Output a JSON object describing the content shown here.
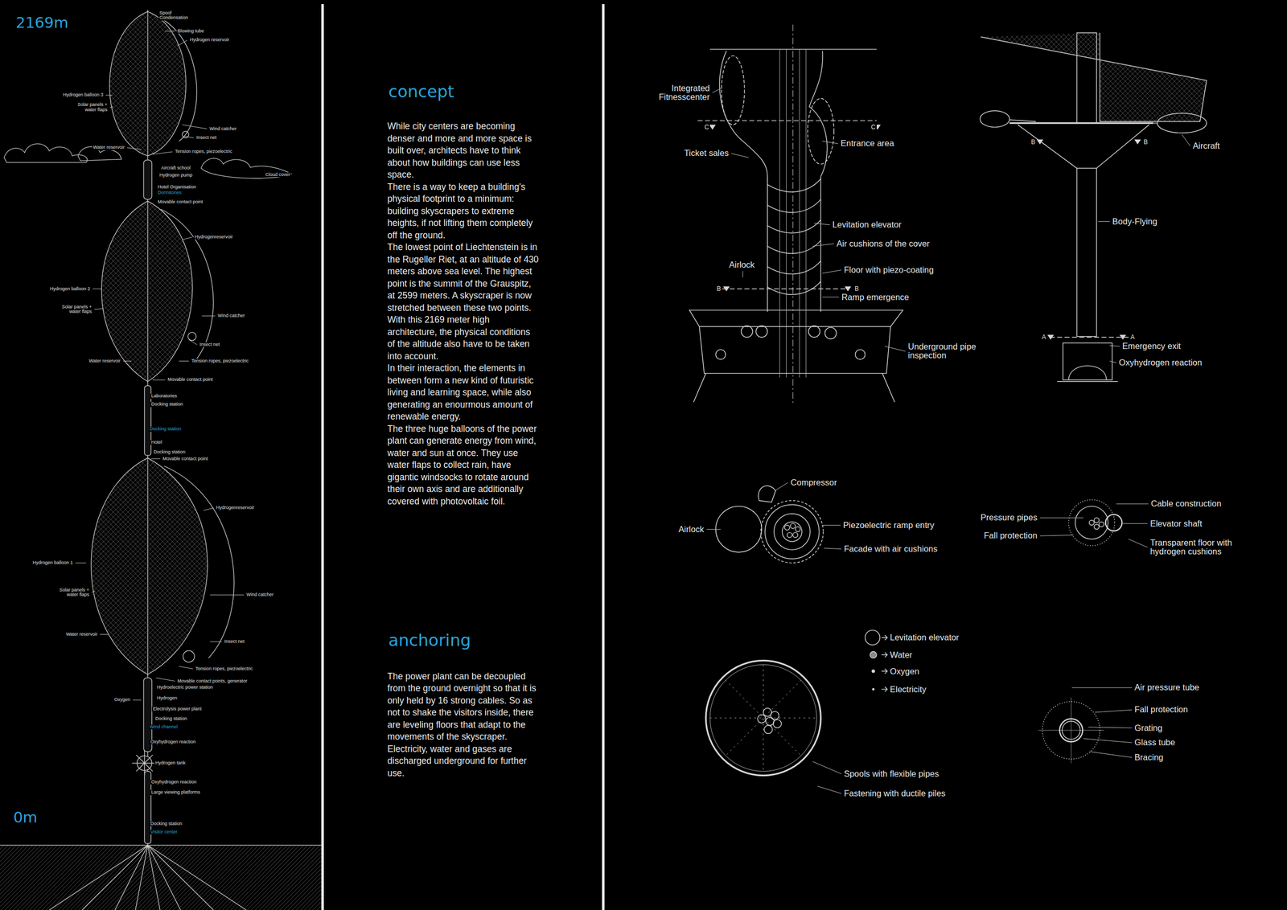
{
  "diagram": {
    "labels": [
      "2169m",
      "Spoof",
      "Condensation",
      "Blowing tube",
      "Hydrogen reservoir",
      "Hydrogen balloon 3",
      "Solar panels + water flaps",
      "Wind catcher",
      "Insect net",
      "Water reservoir",
      "Tension ropes, piezoelectric",
      "Aircraft school",
      "Cloud cover",
      "Hydrogen pump",
      "Hotel Organisation",
      "Dormitories",
      "Movable contact point",
      "Hydrogenreservoir",
      "Hydrogen balloon 2",
      "Solar panels + water flaps",
      "Wind catcher",
      "Insect net",
      "Water reservoir",
      "Tension ropes, piezoelectric",
      "Movable contact point",
      "Laboratories",
      "Docking station",
      "Docking station",
      "Hotel",
      "Docking station",
      "Movable contact point",
      "Hydrogenreservoir",
      "Hydrogen balloon 1",
      "Solar panels + water flaps",
      "Wind catcher",
      "Water reservoir",
      "Insect net",
      "Tension ropes, piezoelectric",
      "Movable contact points, generator",
      "Hydroelectric power station",
      "Oxygen",
      "Hydrogen",
      "Electrolysis power plant",
      "Docking station",
      "Wind channel",
      "Oxyhydrogen reaction",
      "Hydrogen tank",
      "Oxyhydrogen reaction",
      "Large viewing platforms",
      "0m",
      "Docking station",
      "Visitor center",
      "concept",
      "While city centers are becoming denser and more and more space is built over, architects have to think about how buildings can use less space.",
      "There is a way to keep a building's physical footprint to a minimum: building skyscrapers to extreme heights, if not lifting them completely off the ground.",
      "The lowest point of Liechtenstein is in the Rugeller Riet, at an altitude of 430 meters above sea level. The highest point is the summit of the Grauspitz, at 2599 meters. A skyscraper is now stretched between these two points. With this 2169 meter high architecture, the physical conditions of the altitude also have to be taken into account.",
      "In their interaction, the elements in between form a new kind of futuristic living and learning space, while also generating an enourmous amount of renewable energy.",
      "The three huge balloons of the power plant can generate energy from wind, water and sun at once. They use water flaps to collect rain, have gigantic windsocks to rotate around their own axis and are additionally covered with photovoltaic foil.",
      "anchoring",
      "The power plant can be decoupled from the ground overnight so that it is only held by 16 strong cables. So as not to shake the visitors inside, there are leveling floors that adapt to the movements of the skyscraper. Electricity, water and gases are discharged underground for further use.",
      "Integrated Fitnesscenter",
      "C",
      "C",
      "Entrance area",
      "Ticket sales",
      "Levitation elevator",
      "Air cushions of the cover",
      "Airlock",
      "Floor with piezo-coating",
      "B",
      "B",
      "Ramp emergence",
      "Underground pipe inspection",
      "B",
      "B",
      "Aircraft",
      "Body-Flying",
      "A",
      "A",
      "Emergency exit",
      "Oxyhydrogen reaction",
      "Compressor",
      "Airlock",
      "Piezoelectric ramp entry",
      "Facade with air cushions",
      "Pressure pipes",
      "Fall protection",
      "Cable construction",
      "Elevator shaft",
      "Transparent floor with hydrogen cushions",
      "Spools with flexible pipes",
      "Fastening with ductile piles",
      "Air pressure tube",
      "Fall protection",
      "Grating",
      "Glass tube",
      "Bracing"
    ],
    "legend": [
      {
        "text": "Levitation elevator"
      },
      {
        "text": "Water"
      },
      {
        "text": "Oxygen"
      },
      {
        "text": "Electricity"
      }
    ]
  }
}
